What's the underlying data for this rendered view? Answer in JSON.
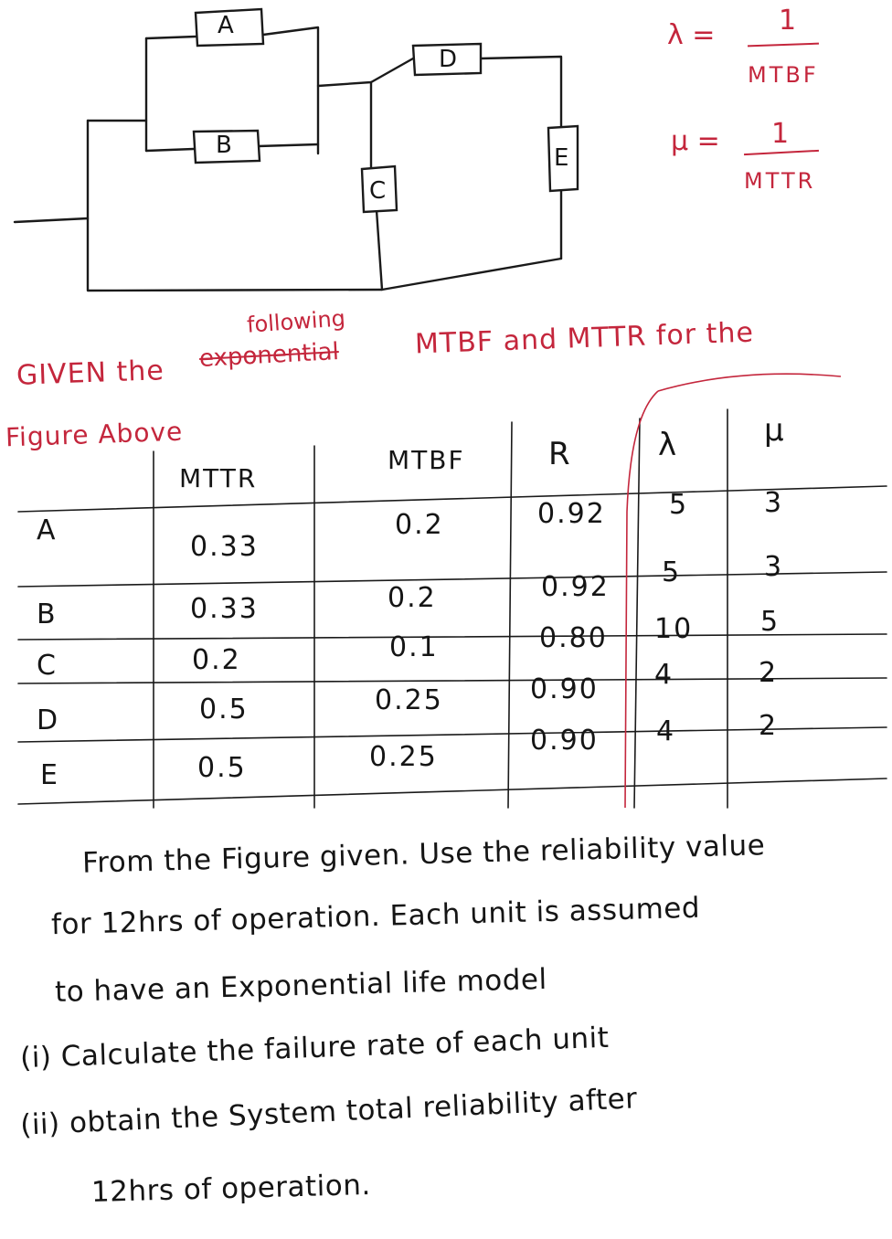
{
  "diagram": {
    "blocks": [
      "A",
      "B",
      "C",
      "D",
      "E"
    ]
  },
  "formulas": {
    "lambda_symbol": "λ =",
    "lambda_num": "1",
    "lambda_den": "MTBF",
    "mu_symbol": "μ =",
    "mu_num": "1",
    "mu_den": "MTTR"
  },
  "given": {
    "line1": "GIVEN the",
    "struck": "exponential",
    "inserted": "following",
    "line1_end": "MTBF and MTTR for the",
    "line2": "Figure Above"
  },
  "table": {
    "headers": [
      "MTTR",
      "MTBF",
      "R",
      "λ",
      "μ"
    ],
    "rows": [
      {
        "unit": "A",
        "mttr": "0.33",
        "mtbf": "0.2",
        "r": "0.92",
        "lambda": "5",
        "mu": "3"
      },
      {
        "unit": "B",
        "mttr": "0.33",
        "mtbf": "0.2",
        "r": "0.92",
        "lambda": "5",
        "mu": "3"
      },
      {
        "unit": "C",
        "mttr": "0.2",
        "mtbf": "0.1",
        "r": "0.80",
        "lambda": "10",
        "mu": "5"
      },
      {
        "unit": "D",
        "mttr": "0.5",
        "mtbf": "0.25",
        "r": "0.90",
        "lambda": "4",
        "mu": "2"
      },
      {
        "unit": "E",
        "mttr": "0.5",
        "mtbf": "0.25",
        "r": "0.90",
        "lambda": "4",
        "mu": "2"
      }
    ]
  },
  "problem": {
    "l1": "From the Figure given. Use the reliability value",
    "l2": "for 12hrs of operation. Each unit is assumed",
    "l3": "to have an Exponential life model",
    "l4": "(i) Calculate the failure rate of each unit",
    "l5": "(ii) obtain the System total reliability after",
    "l6": "12hrs of operation."
  }
}
